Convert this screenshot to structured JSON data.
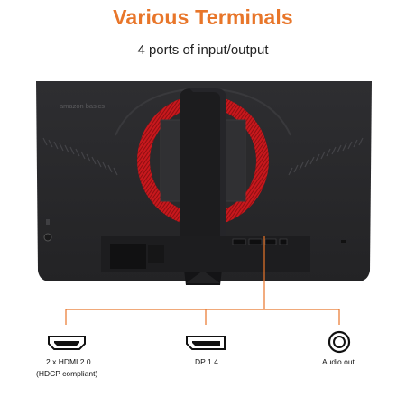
{
  "heading": {
    "title": "Various Terminals",
    "subtitle": "4 ports of input/output",
    "accent_color": "#e8762a"
  },
  "product": {
    "brand_text": "amazon basics",
    "ring_color": "#c8181d",
    "body_color": "#2b2b2d"
  },
  "ports": [
    {
      "icon": "hdmi-port-icon",
      "label": "2 x HDMI 2.0",
      "note": "(HDCP compliant)"
    },
    {
      "icon": "displayport-icon",
      "label": "DP 1.4"
    },
    {
      "icon": "audio-jack-icon",
      "label": "Audio out"
    }
  ],
  "connector_color": "#e8762a"
}
